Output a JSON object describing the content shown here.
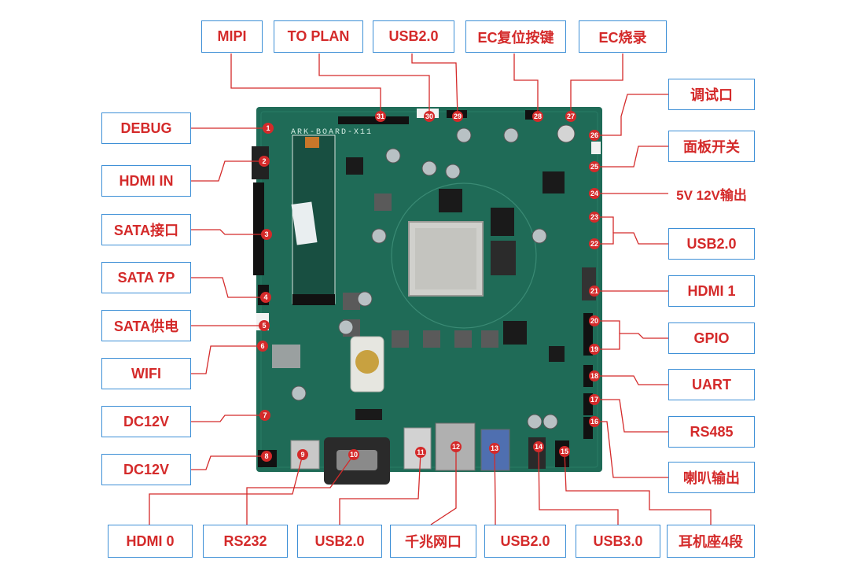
{
  "board": {
    "silkscreen": "ARK-BOARD-X11"
  },
  "colors": {
    "pcb": "#1f6b57",
    "label_border": "#3d8fd6",
    "label_text": "#d42a2a",
    "leader": "#d42a2a",
    "marker": "#d42a2a"
  },
  "labels": {
    "debug": "DEBUG",
    "hdmi_in": "HDMI IN",
    "sata_port": "SATA接口",
    "sata_7p": "SATA 7P",
    "sata_power": "SATA供电",
    "wifi": "WIFI",
    "dc12v_a": "DC12V",
    "dc12v_b": "DC12V",
    "mipi": "MIPI",
    "to_plan": "TO PLAN",
    "usb20_top": "USB2.0",
    "ec_reset": "EC复位按键",
    "ec_burn": "EC烧录",
    "debug_port": "调试口",
    "panel_switch": "面板开关",
    "power_out": "5V 12V输出",
    "usb20_right": "USB2.0",
    "hdmi1": "HDMI 1",
    "gpio": "GPIO",
    "uart": "UART",
    "rs485": "RS485",
    "speaker": "喇叭输出",
    "hdmi0": "HDMI 0",
    "rs232": "RS232",
    "usb20_b1": "USB2.0",
    "gigabit": "千兆网口",
    "usb20_b2": "USB2.0",
    "usb30": "USB3.0",
    "headset": "耳机座4段"
  },
  "markers": [
    "1",
    "2",
    "3",
    "4",
    "5",
    "6",
    "7",
    "8",
    "9",
    "10",
    "11",
    "12",
    "13",
    "14",
    "15",
    "16",
    "17",
    "18",
    "19",
    "20",
    "21",
    "22",
    "23",
    "24",
    "25",
    "26",
    "27",
    "28",
    "29",
    "30",
    "31"
  ]
}
